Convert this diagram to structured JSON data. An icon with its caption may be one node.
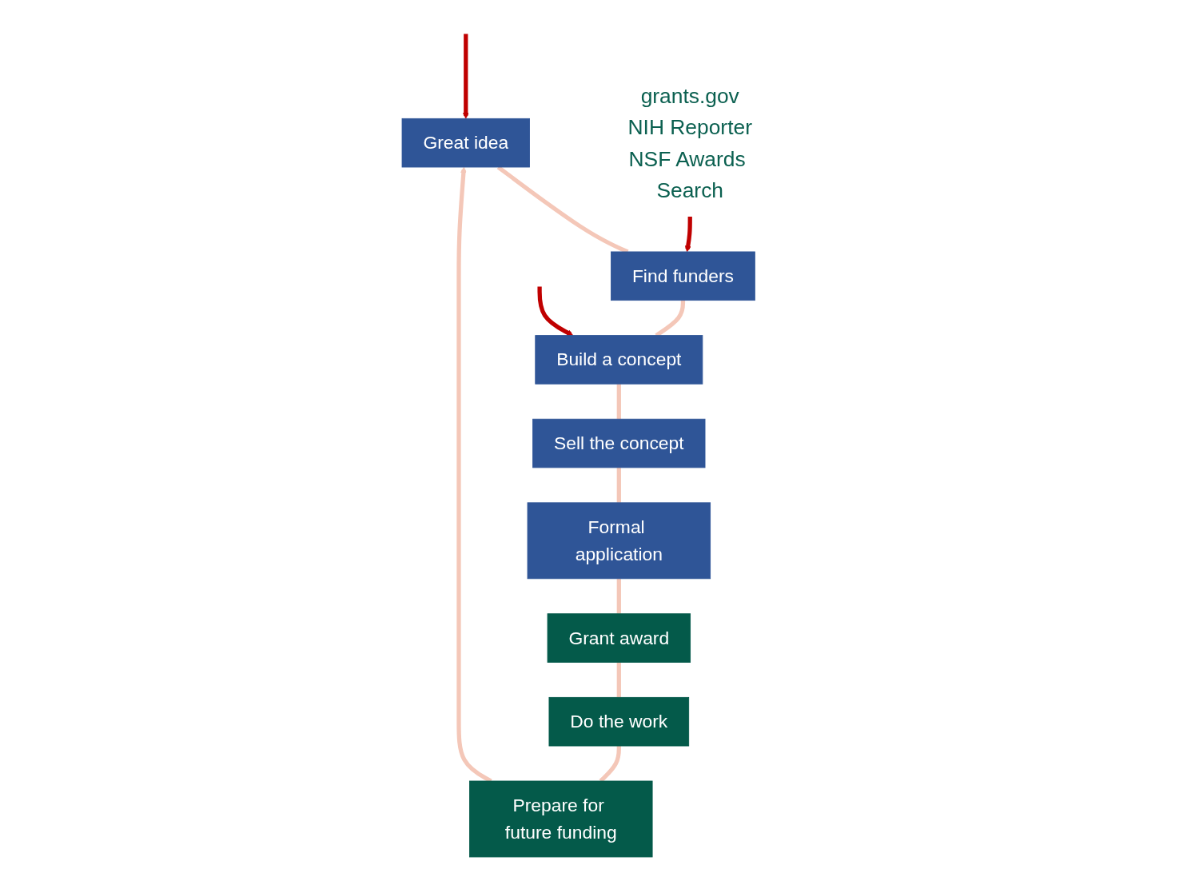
{
  "diagram": {
    "nodes": [
      {
        "text": [
          "Great idea"
        ]
      },
      {
        "text": [
          "Find funders"
        ]
      },
      {
        "text": [
          "Build a concept"
        ]
      },
      {
        "text": [
          "Sell the concept"
        ]
      },
      {
        "text": [
          "Formal application"
        ]
      },
      {
        "text": [
          "Grant award"
        ]
      },
      {
        "text": [
          "Do the work"
        ]
      },
      {
        "text": [
          "Prepare for future funding"
        ]
      },
      {
        "text": [
          "grants.gov",
          "NIH Reporter",
          "NSF Awards Search"
        ]
      }
    ],
    "edges": [
      {
        "from": 0,
        "to": 1,
        "arrow": "none"
      },
      {
        "from": 1,
        "to": 2,
        "arrow": "none"
      },
      {
        "from": 2,
        "to": 3,
        "arrow": "none"
      },
      {
        "from": 3,
        "to": 4,
        "arrow": "none"
      },
      {
        "from": 4,
        "to": 5,
        "arrow": "none"
      },
      {
        "from": 5,
        "to": 6,
        "arrow": "none"
      },
      {
        "from": 6,
        "to": 7,
        "arrow": "none"
      },
      {
        "from": 7,
        "to": 0,
        "arrow": "to"
      },
      {
        "from": null,
        "to": 0,
        "arrow": "to",
        "color": "#c00000"
      },
      {
        "from": 8,
        "to": 1,
        "arrow": "to",
        "color": "#c00000"
      },
      {
        "from": null,
        "to": 2,
        "arrow": "to",
        "color": "#c00000"
      }
    ]
  }
}
